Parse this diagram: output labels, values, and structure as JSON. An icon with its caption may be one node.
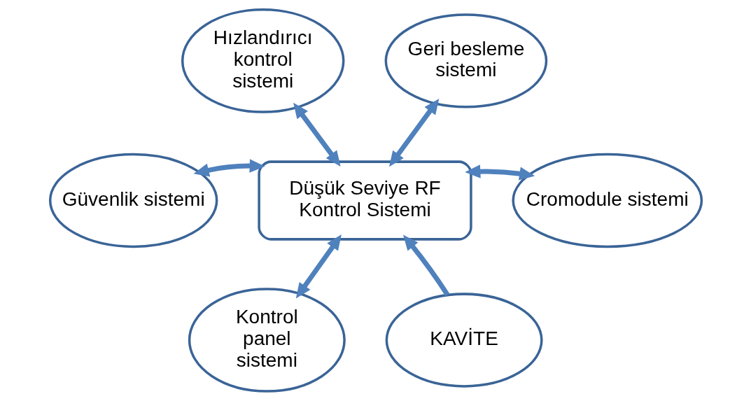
{
  "diagram": {
    "nodes": [
      {
        "text": [
          "Hızlandırıcı kontrol sistemi"
        ]
      },
      {
        "text": [
          "Geri besleme sistemi"
        ]
      },
      {
        "text": [
          "Güvenlik sistemi"
        ]
      },
      {
        "text": [
          "Düşük Seviye RF Kontrol Sistemi"
        ]
      },
      {
        "text": [
          "Cromodule sistemi"
        ]
      },
      {
        "text": [
          "Kontrol panel sistemi"
        ]
      },
      {
        "text": [
          "KAVİTE"
        ]
      }
    ],
    "edges": [
      {
        "from": 0,
        "to": 3,
        "arrow": "both"
      },
      {
        "from": 1,
        "to": 3,
        "arrow": "both"
      },
      {
        "from": 2,
        "to": 3,
        "arrow": "both"
      },
      {
        "from": 3,
        "to": 4,
        "arrow": "both"
      },
      {
        "from": 3,
        "to": 5,
        "arrow": "both"
      },
      {
        "from": 6,
        "to": 3,
        "arrow": "to"
      }
    ]
  }
}
